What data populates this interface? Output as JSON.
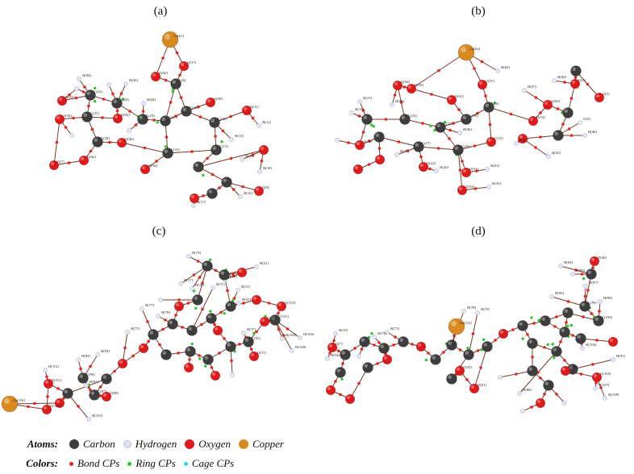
{
  "panels": [
    {
      "label": "(a)"
    },
    {
      "label": "(b)"
    },
    {
      "label": "(c)"
    },
    {
      "label": "(d)"
    }
  ],
  "legend": {
    "atoms_title": "Atoms:",
    "atoms": [
      {
        "name": "Carbon",
        "color": "#3d3d3d"
      },
      {
        "name": "Hydrogen",
        "color": "#dfe3f5"
      },
      {
        "name": "Oxygen",
        "color": "#e01a1a"
      },
      {
        "name": "Copper",
        "color": "#d98a1f"
      }
    ],
    "colors_title": "Colors:",
    "cps": [
      {
        "name": "Bond CPs",
        "color": "#e0251c"
      },
      {
        "name": "Ring CPs",
        "color": "#2fc42f"
      },
      {
        "name": "Cage CPs",
        "color": "#2fd6e6"
      }
    ]
  },
  "atom_labels": {
    "a": [
      "Cu(61)",
      "O(37)",
      "O(50)",
      "C(6)",
      "H(44)",
      "H(45)",
      "C(22)",
      "O(55)",
      "C(24)",
      "O(58)",
      "C(25)",
      "H(44)",
      "O(56)",
      "C(27)",
      "C(29)",
      "C(33)",
      "O(11)",
      "H(12)",
      "C(23)",
      "O(34)",
      "C(28)",
      "O(46)",
      "C(32)",
      "O(42)",
      "O(7)",
      "H(14)",
      "H(18)",
      "C(13)",
      "O(9)",
      "H(16)",
      "H(15)",
      "H(17)",
      "O(54)"
    ],
    "b": [
      "Cu(62)",
      "H(60)",
      "O(59)",
      "H(57)",
      "O(37)",
      "C(6)",
      "C(39)",
      "O(41)",
      "C(32)",
      "H(58)",
      "H(55)",
      "O(56)",
      "C(24)",
      "O(5)",
      "H(49)",
      "O(3)",
      "O(1)",
      "H(20)",
      "H(48)",
      "H(61)",
      "O(35)",
      "H(19)",
      "H(13)",
      "O(15)",
      "H(21)",
      "C(27)",
      "O(22)",
      "H(26)",
      "C(29)",
      "O(31)",
      "H(53)",
      "H(30)",
      "O(54)",
      "C(33)",
      "O(50)"
    ],
    "c": [
      "H(74)",
      "H(21)",
      "O(103)",
      "C(101)",
      "O(55)",
      "H(104)",
      "H(108)",
      "H(106)",
      "H(77)",
      "H(78)",
      "C(52)",
      "H(37)",
      "O(31)",
      "H(11)",
      "H(12)",
      "H(13)",
      "H(20)",
      "H(18)",
      "H(17)",
      "H(73)",
      "H(95)",
      "H(94)",
      "H(91)",
      "C(90)",
      "C(87)",
      "O(88)",
      "O(111)",
      "H(110)",
      "H(112)",
      "O(114)",
      "Cu(116)"
    ],
    "d": [
      "O(40)",
      "H(94)",
      "H(95)",
      "H(90)",
      "H(97)",
      "H(98)",
      "C(99)",
      "C(100)",
      "H(104)",
      "O(105)",
      "H(107)",
      "H(108)",
      "O(89)",
      "H(91)",
      "Cu(112)",
      "H(78)",
      "H(79)",
      "H(73)",
      "H(74)",
      "H(10)",
      "O(7)",
      "H(54)",
      "O(55)",
      "O(61)",
      "H(88)"
    ]
  }
}
